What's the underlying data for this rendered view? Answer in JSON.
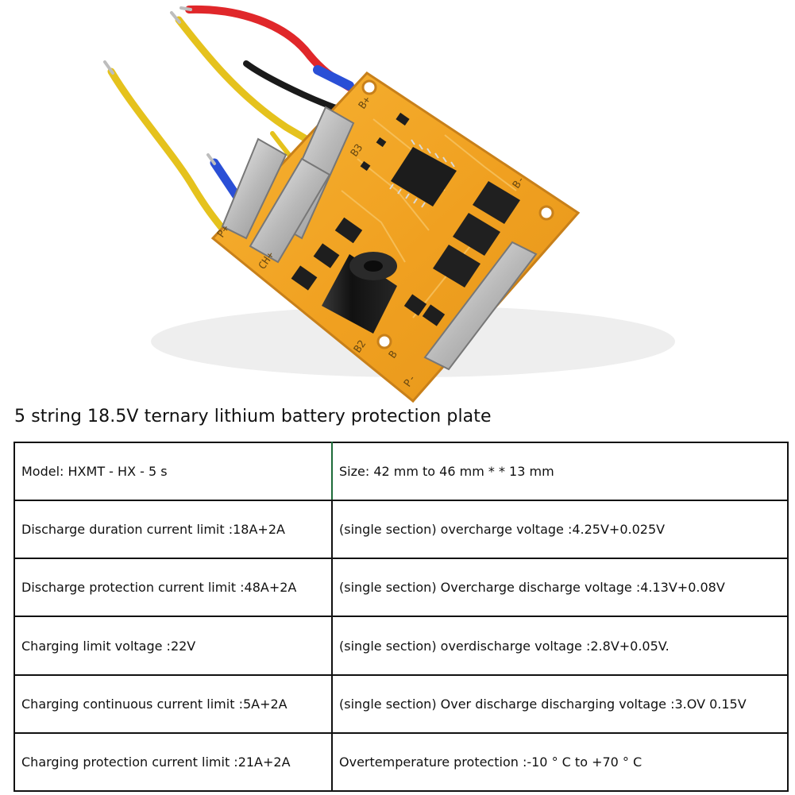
{
  "title": "5 string 18.5V ternary lithium battery protection plate",
  "photo": {
    "pcb_labels": {
      "b_plus": "B+",
      "b3": "B3",
      "b2": "B2",
      "b": "B",
      "b_minus": "B-",
      "p_plus": "P+",
      "ch_plus": "CH+",
      "p_minus": "P-"
    }
  },
  "specs": [
    {
      "left": "Model: HXMT - HX - 5 s",
      "right": "Size: 42 mm to 46 mm * * 13 mm"
    },
    {
      "left": "Discharge duration current limit :18A+2A",
      "right": "(single section) overcharge voltage :4.25V+0.025V"
    },
    {
      "left": "Discharge protection current limit :48A+2A",
      "right": "(single section) Overcharge discharge voltage :4.13V+0.08V"
    },
    {
      "left": "Charging limit voltage :22V",
      "right": "(single section) overdischarge voltage :2.8V+0.05V."
    },
    {
      "left": "Charging continuous current limit :5A+2A",
      "right": "(single section) Over discharge discharging voltage :3.OV 0.15V"
    },
    {
      "left": "Charging protection current limit :21A+2A",
      "right": "Overtemperature protection :-10 ° C to +70 ° C"
    }
  ]
}
